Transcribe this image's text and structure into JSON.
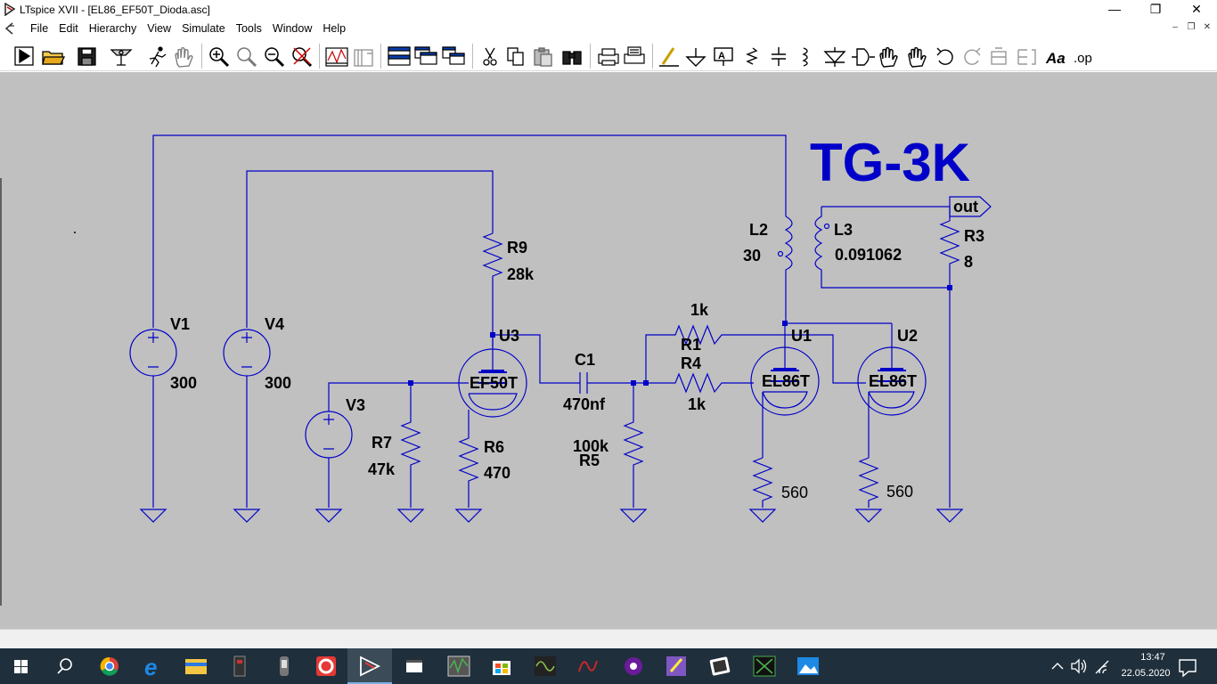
{
  "window": {
    "title": "LTspice XVII - [EL86_EF50T_Dioda.asc]"
  },
  "menu": [
    "File",
    "Edit",
    "Hierarchy",
    "View",
    "Simulate",
    "Tools",
    "Window",
    "Help"
  ],
  "toolbar": {
    "buttons": [
      "run-icon",
      "open-icon",
      "save-icon",
      "control-panel-icon",
      "halt-icon",
      "pan-icon",
      "zoom-in-icon",
      "zoom-area-icon",
      "zoom-out-icon",
      "zoom-cancel-icon",
      "waveform-icon",
      "component-view-icon",
      "tile-horizontal-icon",
      "cascade-icon",
      "tile-vertical-icon",
      "cut-icon",
      "copy-icon",
      "paste-icon",
      "find-icon",
      "print-icon",
      "print-setup-icon",
      "draw-wire-icon",
      "ground-icon",
      "label-net-icon",
      "resistor-icon",
      "capacitor-icon",
      "inductor-icon",
      "diode-icon",
      "component-icon",
      "move-icon",
      "drag-icon",
      "undo-icon",
      "redo-icon",
      "rotate-icon",
      "mirror-icon",
      "text-icon",
      "spice-directive-icon"
    ],
    "text_label": "Aa",
    "op_label": ".op"
  },
  "schematic": {
    "heading": "TG-3K",
    "components": {
      "V1": {
        "name": "V1",
        "value": "300"
      },
      "V4": {
        "name": "V4",
        "value": "300"
      },
      "V3": {
        "name": "V3"
      },
      "R9": {
        "name": "R9",
        "value": "28k"
      },
      "U3": {
        "name": "U3",
        "model": "EF50T"
      },
      "C1": {
        "name": "C1",
        "value": "470nf"
      },
      "R7": {
        "name": "R7",
        "value": "47k"
      },
      "R6": {
        "name": "R6",
        "value": "470"
      },
      "R5": {
        "name": "R5",
        "value": "100k"
      },
      "R1": {
        "name": "R1",
        "value": "1k"
      },
      "R4": {
        "name": "R4",
        "value": "1k"
      },
      "U1": {
        "name": "U1",
        "model": "EL86T"
      },
      "U2": {
        "name": "U2",
        "model": "EL86T"
      },
      "L2": {
        "name": "L2",
        "value": "30"
      },
      "L3": {
        "name": "L3",
        "value": "0.091062"
      },
      "R3": {
        "name": "R3",
        "value": "8"
      },
      "RK1": {
        "value": "560"
      },
      "RK2": {
        "value": "560"
      }
    },
    "out_label": "out"
  },
  "taskbar": {
    "time": "13:47",
    "date": "22.05.2020"
  },
  "colors": {
    "wire": "#0000c8",
    "canvas": "#c0c0c0",
    "heading": "#0000c8",
    "taskbar": "#1f2f3c"
  }
}
